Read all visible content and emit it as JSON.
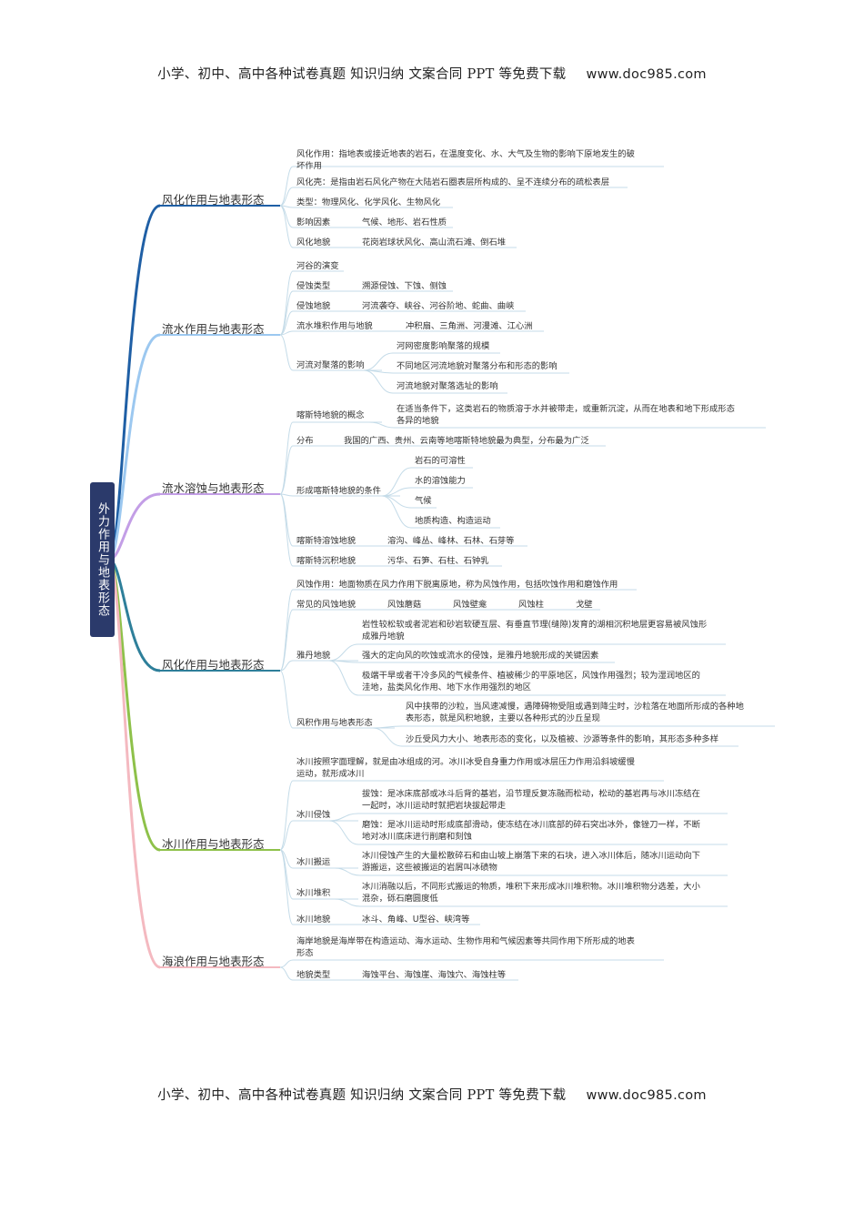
{
  "header": {
    "text": "小学、初中、高中各种试卷真题  知识归纳  文案合同  PPT 等免费下载",
    "url": "www.doc985.com"
  },
  "footer": {
    "text": "小学、初中、高中各种试卷真题  知识归纳  文案合同  PPT 等免费下载",
    "url": "www.doc985.com"
  },
  "colors": {
    "root_bg": "#2b3a6b",
    "b1": "#1f5fa5",
    "b2": "#9cc8f0",
    "b3": "#c39ee6",
    "b4": "#2e7f9a",
    "b5": "#8ec14a",
    "b6": "#f4b9c0"
  },
  "root": "外力作用与地表形态",
  "branches": [
    {
      "title": "风化作用与地表形态",
      "items": [
        {
          "l1": "风化作用：指地表或接近地表的岩石，在温度变化、水、大气及生物的影响下原地发生的破",
          "l2": "坏作用"
        },
        {
          "l1": "风化壳：是指由岩石风化产物在大陆岩石圈表层所构成的、呈不连续分布的疏松表层"
        },
        {
          "l1": "类型：物理风化、化学风化、生物风化"
        },
        {
          "l1": "影响因素",
          "v": "气候、地形、岩石性质"
        },
        {
          "l1": "风化地貌",
          "v": "花岗岩球状风化、高山流石滩、倒石堆"
        }
      ]
    },
    {
      "title": "流水作用与地表形态",
      "items": [
        {
          "l1": "河谷的演变"
        },
        {
          "l1": "侵蚀类型",
          "v": "溯源侵蚀、下蚀、侧蚀"
        },
        {
          "l1": "侵蚀地貌",
          "v": "河流袭夺、峡谷、河谷阶地、蛇曲、曲峡"
        },
        {
          "l1": "流水堆积作用与地貌",
          "v": "冲积扇、三角洲、河漫滩、江心洲"
        },
        {
          "l1": "河流对聚落的影响",
          "subs": [
            "河网密度影响聚落的规模",
            "不同地区河流地貌对聚落分布和形态的影响",
            "河流地貌对聚落选址的影响"
          ]
        }
      ]
    },
    {
      "title": "流水溶蚀与地表形态",
      "items": [
        {
          "l1": "喀斯特地貌的概念",
          "v": "在适当条件下，这类岩石的物质溶于水并被带走，或重新沉淀，从而在地表和地下形成形态",
          "v2": "各异的地貌"
        },
        {
          "l1": "分布",
          "v": "我国的广西、贵州、云南等地喀斯特地貌最为典型，分布最为广泛"
        },
        {
          "l1": "形成喀斯特地貌的条件",
          "subs": [
            "岩石的可溶性",
            "水的溶蚀能力",
            "气候",
            "地质构造、构造运动"
          ]
        },
        {
          "l1": "喀斯特溶蚀地貌",
          "v": "溶沟、峰丛、峰林、石林、石芽等"
        },
        {
          "l1": "喀斯特沉积地貌",
          "v": "污华、石笋、石柱、石钟乳"
        }
      ]
    },
    {
      "title": "风化作用与地表形态",
      "items": [
        {
          "l1": "风蚀作用：地面物质在风力作用下脱离原地，称为风蚀作用，包括吹蚀作用和磨蚀作用"
        },
        {
          "l1": "常见的风蚀地貌",
          "chips": [
            "风蚀蘑菇",
            "风蚀壁龛",
            "风蚀柱",
            "戈壁"
          ]
        },
        {
          "l1": "雅丹地貌",
          "subs": [
            "岩性较松软或者泥岩和砂岩软硬互层、有垂直节理(缝隙)发育的湖相沉积地层更容易被风蚀形|成雅丹地貌",
            "强大的定向风的吹蚀或流水的侵蚀，是雅丹地貌形成的关键因素",
            "极端干旱或者干冷多风的气候条件、植被稀少的平原地区，风蚀作用强烈；较为湿润地区的|洼地，盐类风化作用、地下水作用强烈的地区"
          ]
        },
        {
          "l1": "风积作用与地表形态",
          "subs": [
            "风中挟带的沙粒，当风速减慢，遇障碍物受阻或遇到降尘时，沙粒落在地面所形成的各种地|表形态，就是风积地貌，主要以各种形式的沙丘呈现",
            "沙丘受风力大小、地表形态的变化，以及植被、沙源等条件的影响，其形态多种多样"
          ]
        }
      ]
    },
    {
      "title": "冰川作用与地表形态",
      "items": [
        {
          "l1": "冰川按照字面理解，就是由冰组成的河。冰川冰受自身重力作用或冰层压力作用沿斜坡缓慢",
          "l2": "运动，就形成冰川"
        },
        {
          "l1": "冰川侵蚀",
          "subs": [
            "拔蚀：是冰床底部或冰斗后背的基岩，沿节理反复冻融而松动，松动的基岩再与冰川冻结在|一起时，冰川运动时就把岩块拔起带走",
            "磨蚀：是冰川运动时形成底部滑动，使冻结在冰川底部的碎石突出冰外，像锉刀一样，不断|地对冰川底床进行削磨和刻蚀"
          ]
        },
        {
          "l1": "冰川搬运",
          "v": "冰川侵蚀产生的大量松散碎石和由山坡上崩落下来的石块，进入冰川体后，随冰川运动向下",
          "v2": "游搬运，这些被搬运的岩屑叫冰碛物"
        },
        {
          "l1": "冰川堆积",
          "v": "冰川消融以后，不同形式搬运的物质，堆积下来形成冰川堆积物。冰川堆积物分选差，大小",
          "v2": "混杂，砾石磨圆度低"
        },
        {
          "l1": "冰川地貌",
          "v": "冰斗、角峰、U型谷、峡湾等"
        }
      ]
    },
    {
      "title": "海浪作用与地表形态",
      "items": [
        {
          "l1": "海岸地貌是海岸带在构造运动、海水运动、生物作用和气候因素等共同作用下所形成的地表",
          "l2": "形态"
        },
        {
          "l1": "地貌类型",
          "v": "海蚀平台、海蚀崖、海蚀穴、海蚀柱等"
        }
      ]
    }
  ]
}
